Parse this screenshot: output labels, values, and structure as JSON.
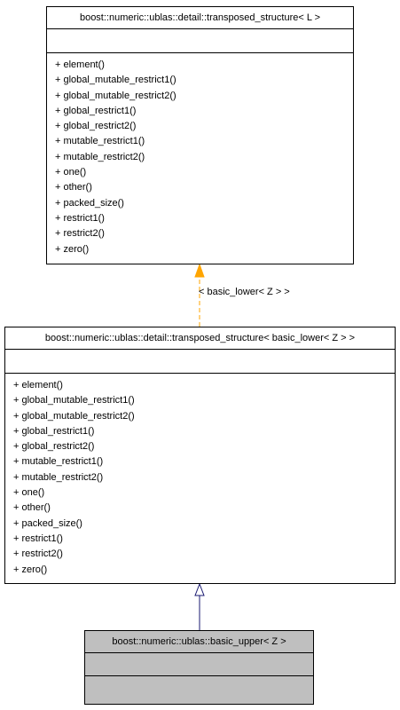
{
  "diagram": {
    "classes": [
      {
        "id": "template",
        "title": "boost::numeric::ublas::detail::transposed_structure< L >",
        "operations": [
          "+ element()",
          "+ global_mutable_restrict1()",
          "+ global_mutable_restrict2()",
          "+ global_restrict1()",
          "+ global_restrict2()",
          "+ mutable_restrict1()",
          "+ mutable_restrict2()",
          "+ one()",
          "+ other()",
          "+ packed_size()",
          "+ restrict1()",
          "+ restrict2()",
          "+ zero()"
        ]
      },
      {
        "id": "instance",
        "title": "boost::numeric::ublas::detail::transposed_structure< basic_lower< Z > >",
        "operations": [
          "+ element()",
          "+ global_mutable_restrict1()",
          "+ global_mutable_restrict2()",
          "+ global_restrict1()",
          "+ global_restrict2()",
          "+ mutable_restrict1()",
          "+ mutable_restrict2()",
          "+ one()",
          "+ other()",
          "+ packed_size()",
          "+ restrict1()",
          "+ restrict2()",
          "+ zero()"
        ]
      },
      {
        "id": "upper",
        "title": "boost::numeric::ublas::basic_upper< Z >",
        "operations": []
      }
    ],
    "edges": {
      "template_binding_label": "< basic_lower< Z > >",
      "template_binding_color": "#ffa500",
      "inheritance_color": "#191970"
    },
    "colors": {
      "highlight_fill": "#bfbfbf"
    }
  }
}
